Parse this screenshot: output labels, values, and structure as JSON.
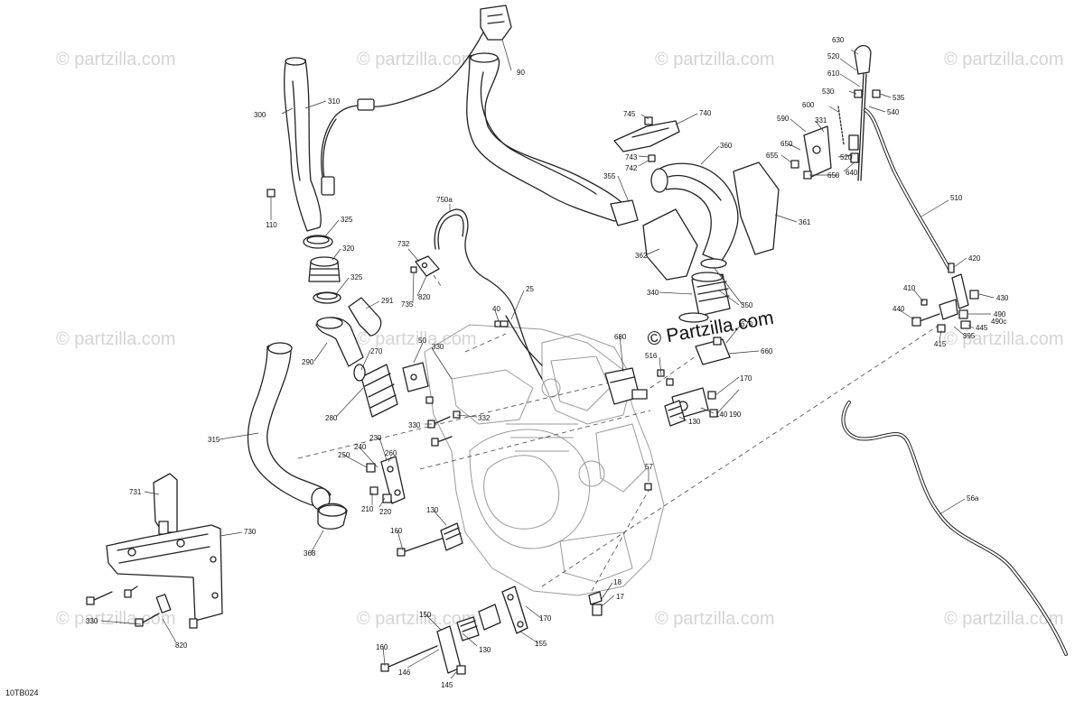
{
  "diagram": {
    "reference_code": "10TB024",
    "watermark_text": "© partzilla.com",
    "brand_text": "© Partzilla.com",
    "callouts": [
      {
        "id": "90",
        "text": "90"
      },
      {
        "id": "310",
        "text": "310"
      },
      {
        "id": "300",
        "text": "300"
      },
      {
        "id": "110",
        "text": "110"
      },
      {
        "id": "325a",
        "text": "325"
      },
      {
        "id": "320",
        "text": "320"
      },
      {
        "id": "325b",
        "text": "325"
      },
      {
        "id": "291",
        "text": "291"
      },
      {
        "id": "290",
        "text": "290"
      },
      {
        "id": "270",
        "text": "270"
      },
      {
        "id": "280",
        "text": "280"
      },
      {
        "id": "315",
        "text": "315"
      },
      {
        "id": "368",
        "text": "368"
      },
      {
        "id": "731",
        "text": "731"
      },
      {
        "id": "730",
        "text": "730"
      },
      {
        "id": "330a",
        "text": "330"
      },
      {
        "id": "820a",
        "text": "820"
      },
      {
        "id": "732",
        "text": "732"
      },
      {
        "id": "820b",
        "text": "820"
      },
      {
        "id": "735",
        "text": "735"
      },
      {
        "id": "750a",
        "text": "750a"
      },
      {
        "id": "40",
        "text": "40"
      },
      {
        "id": "25",
        "text": "25"
      },
      {
        "id": "50",
        "text": "50"
      },
      {
        "id": "330b",
        "text": "330"
      },
      {
        "id": "330c",
        "text": "330"
      },
      {
        "id": "332",
        "text": "332"
      },
      {
        "id": "260",
        "text": "260"
      },
      {
        "id": "230",
        "text": "230"
      },
      {
        "id": "240",
        "text": "240"
      },
      {
        "id": "250",
        "text": "250"
      },
      {
        "id": "220",
        "text": "220"
      },
      {
        "id": "210",
        "text": "210"
      },
      {
        "id": "130a",
        "text": "130"
      },
      {
        "id": "160a",
        "text": "160"
      },
      {
        "id": "150",
        "text": "150"
      },
      {
        "id": "130b",
        "text": "130"
      },
      {
        "id": "160b",
        "text": "160"
      },
      {
        "id": "146",
        "text": "146"
      },
      {
        "id": "145",
        "text": "145"
      },
      {
        "id": "155",
        "text": "155"
      },
      {
        "id": "170a",
        "text": "170"
      },
      {
        "id": "18",
        "text": "18"
      },
      {
        "id": "17",
        "text": "17"
      },
      {
        "id": "57",
        "text": "57"
      },
      {
        "id": "745",
        "text": "745"
      },
      {
        "id": "740",
        "text": "740"
      },
      {
        "id": "743",
        "text": "743"
      },
      {
        "id": "742",
        "text": "742"
      },
      {
        "id": "355",
        "text": "355"
      },
      {
        "id": "360",
        "text": "360"
      },
      {
        "id": "361",
        "text": "361"
      },
      {
        "id": "362",
        "text": "362"
      },
      {
        "id": "340",
        "text": "340"
      },
      {
        "id": "350",
        "text": "350"
      },
      {
        "id": "680",
        "text": "680"
      },
      {
        "id": "670",
        "text": "670"
      },
      {
        "id": "660",
        "text": "660"
      },
      {
        "id": "516",
        "text": "516"
      },
      {
        "id": "170b",
        "text": "170"
      },
      {
        "id": "190",
        "text": "190"
      },
      {
        "id": "140",
        "text": "140"
      },
      {
        "id": "130c",
        "text": "130"
      },
      {
        "id": "630",
        "text": "630"
      },
      {
        "id": "520a",
        "text": "520"
      },
      {
        "id": "610",
        "text": "610"
      },
      {
        "id": "530",
        "text": "530"
      },
      {
        "id": "535",
        "text": "535"
      },
      {
        "id": "540",
        "text": "540"
      },
      {
        "id": "600",
        "text": "600"
      },
      {
        "id": "590",
        "text": "590"
      },
      {
        "id": "331",
        "text": "331"
      },
      {
        "id": "650a",
        "text": "650"
      },
      {
        "id": "655",
        "text": "655"
      },
      {
        "id": "520b",
        "text": "520"
      },
      {
        "id": "640",
        "text": "640"
      },
      {
        "id": "650b",
        "text": "650"
      },
      {
        "id": "510",
        "text": "510"
      },
      {
        "id": "420",
        "text": "420"
      },
      {
        "id": "410",
        "text": "410"
      },
      {
        "id": "430",
        "text": "430"
      },
      {
        "id": "440",
        "text": "440"
      },
      {
        "id": "490",
        "text": "490"
      },
      {
        "id": "490c",
        "text": "490c"
      },
      {
        "id": "445",
        "text": "445"
      },
      {
        "id": "395",
        "text": "395"
      },
      {
        "id": "415",
        "text": "415"
      },
      {
        "id": "56a",
        "text": "56a"
      }
    ]
  }
}
